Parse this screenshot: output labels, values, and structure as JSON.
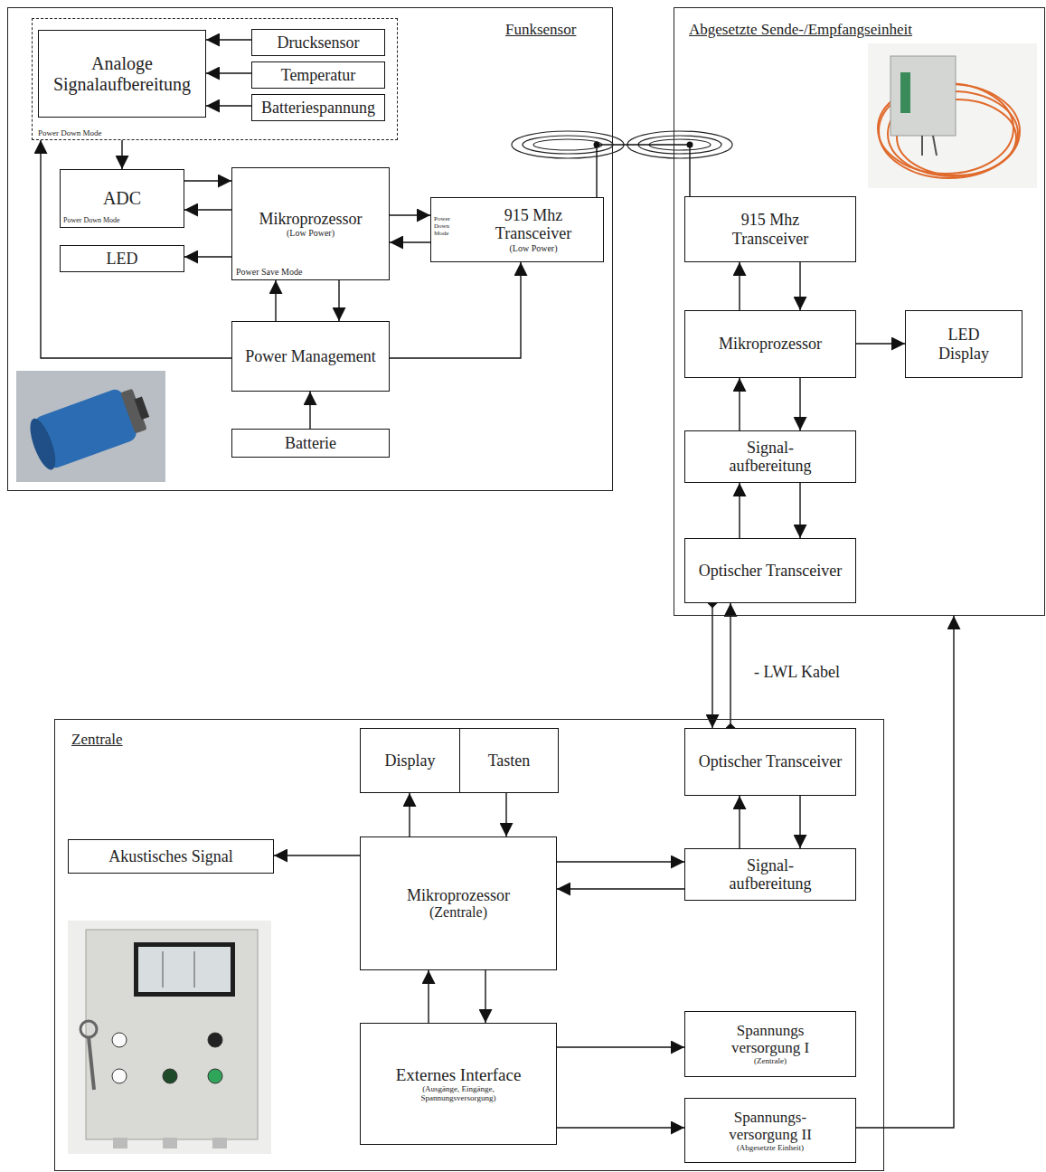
{
  "diagram": {
    "nodes": [
      {
        "text": [
          "Funksensor"
        ]
      },
      {
        "text": [
          "Power Down Mode"
        ],
        "in": 0
      },
      {
        "text": [
          "Analoge Signalaufbereitung"
        ],
        "in": 1
      },
      {
        "text": [
          "Drucksensor"
        ],
        "in": 1
      },
      {
        "text": [
          "Temperatur"
        ],
        "in": 1
      },
      {
        "text": [
          "Batteriespannung"
        ],
        "in": 1
      },
      {
        "text": [
          "ADC",
          "Power Down Mode"
        ],
        "in": 0
      },
      {
        "text": [
          "LED"
        ],
        "in": 0
      },
      {
        "text": [
          "Mikroprozessor",
          "(Low Power)",
          "Power Save Mode"
        ],
        "in": 0
      },
      {
        "text": [
          "Power Down Mode",
          "915 Mhz Transceiver",
          "(Low Power)"
        ],
        "in": 0
      },
      {
        "text": [
          "Power Management"
        ],
        "in": 0
      },
      {
        "text": [
          "Batterie"
        ],
        "in": 0
      },
      {
        "text": [
          "Abgesetzte Sende-/Empfangseinheit"
        ]
      },
      {
        "text": [
          "915 Mhz Transceiver"
        ],
        "in": 12
      },
      {
        "text": [
          "Mikroprozessor"
        ],
        "in": 12
      },
      {
        "text": [
          "LED Display"
        ],
        "in": 12
      },
      {
        "text": [
          "Signal- aufbereitung"
        ],
        "in": 12
      },
      {
        "text": [
          "Optischer Transceiver"
        ],
        "in": 12
      },
      {
        "text": [
          "Zentrale"
        ]
      },
      {
        "text": [
          "Display"
        ],
        "in": 18
      },
      {
        "text": [
          "Tasten"
        ],
        "in": 18
      },
      {
        "text": [
          "Optischer Transceiver"
        ],
        "in": 18
      },
      {
        "text": [
          "Akustisches Signal"
        ],
        "in": 18
      },
      {
        "text": [
          "Mikroprozessor",
          "(Zentrale)"
        ],
        "in": 18
      },
      {
        "text": [
          "Signal- aufbereitung"
        ],
        "in": 18
      },
      {
        "text": [
          "Externes Interface",
          "(Ausgänge, Eingänge, Spannungsversorgung)"
        ],
        "in": 18
      },
      {
        "text": [
          "Spannungs versorgung I",
          "(Zentrale)"
        ],
        "in": 18
      },
      {
        "text": [
          "Spannungs- versorgung II",
          "(Abgesetzte Einheit)"
        ],
        "in": 18
      }
    ],
    "edges": [
      {
        "from": 3,
        "to": 2,
        "arrow": "to"
      },
      {
        "from": 4,
        "to": 2,
        "arrow": "to"
      },
      {
        "from": 5,
        "to": 2,
        "arrow": "to"
      },
      {
        "from": 1,
        "to": 6,
        "arrow": "to"
      },
      {
        "from": 6,
        "to": 8,
        "arrow": "to"
      },
      {
        "from": 8,
        "to": 6,
        "arrow": "to"
      },
      {
        "from": 8,
        "to": 7,
        "arrow": "to"
      },
      {
        "from": 8,
        "to": 9,
        "arrow": "to"
      },
      {
        "from": 9,
        "to": 8,
        "arrow": "to"
      },
      {
        "from": 10,
        "to": 8,
        "arrow": "to"
      },
      {
        "from": 8,
        "to": 10,
        "arrow": "to"
      },
      {
        "from": 11,
        "to": 10,
        "arrow": "to"
      },
      {
        "from": 10,
        "to": 1,
        "arrow": "to"
      },
      {
        "from": 10,
        "to": 9,
        "arrow": "to"
      },
      {
        "from": 9,
        "to": 13,
        "arrow": "none"
      },
      {
        "from": 14,
        "to": 13,
        "arrow": "to"
      },
      {
        "from": 13,
        "to": 14,
        "arrow": "to"
      },
      {
        "from": 14,
        "to": 15,
        "arrow": "to"
      },
      {
        "from": 16,
        "to": 14,
        "arrow": "to"
      },
      {
        "from": 14,
        "to": 16,
        "arrow": "to"
      },
      {
        "from": 17,
        "to": 16,
        "arrow": "to"
      },
      {
        "from": 16,
        "to": 17,
        "arrow": "to"
      },
      {
        "from": 17,
        "to": 21,
        "arrow": "to"
      },
      {
        "from": 21,
        "to": 17,
        "arrow": "to"
      },
      {
        "from": 23,
        "to": 19,
        "arrow": "to"
      },
      {
        "from": 20,
        "to": 23,
        "arrow": "to"
      },
      {
        "from": 23,
        "to": 22,
        "arrow": "to"
      },
      {
        "from": 23,
        "to": 24,
        "arrow": "to"
      },
      {
        "from": 24,
        "to": 23,
        "arrow": "to"
      },
      {
        "from": 24,
        "to": 21,
        "arrow": "to"
      },
      {
        "from": 21,
        "to": 24,
        "arrow": "to"
      },
      {
        "from": 25,
        "to": 23,
        "arrow": "to"
      },
      {
        "from": 23,
        "to": 25,
        "arrow": "to"
      },
      {
        "from": 25,
        "to": 26,
        "arrow": "to"
      },
      {
        "from": 25,
        "to": 27,
        "arrow": "to"
      },
      {
        "from": 27,
        "to": 12,
        "arrow": "to"
      }
    ],
    "labels": [
      "- LWL Kabel"
    ]
  }
}
